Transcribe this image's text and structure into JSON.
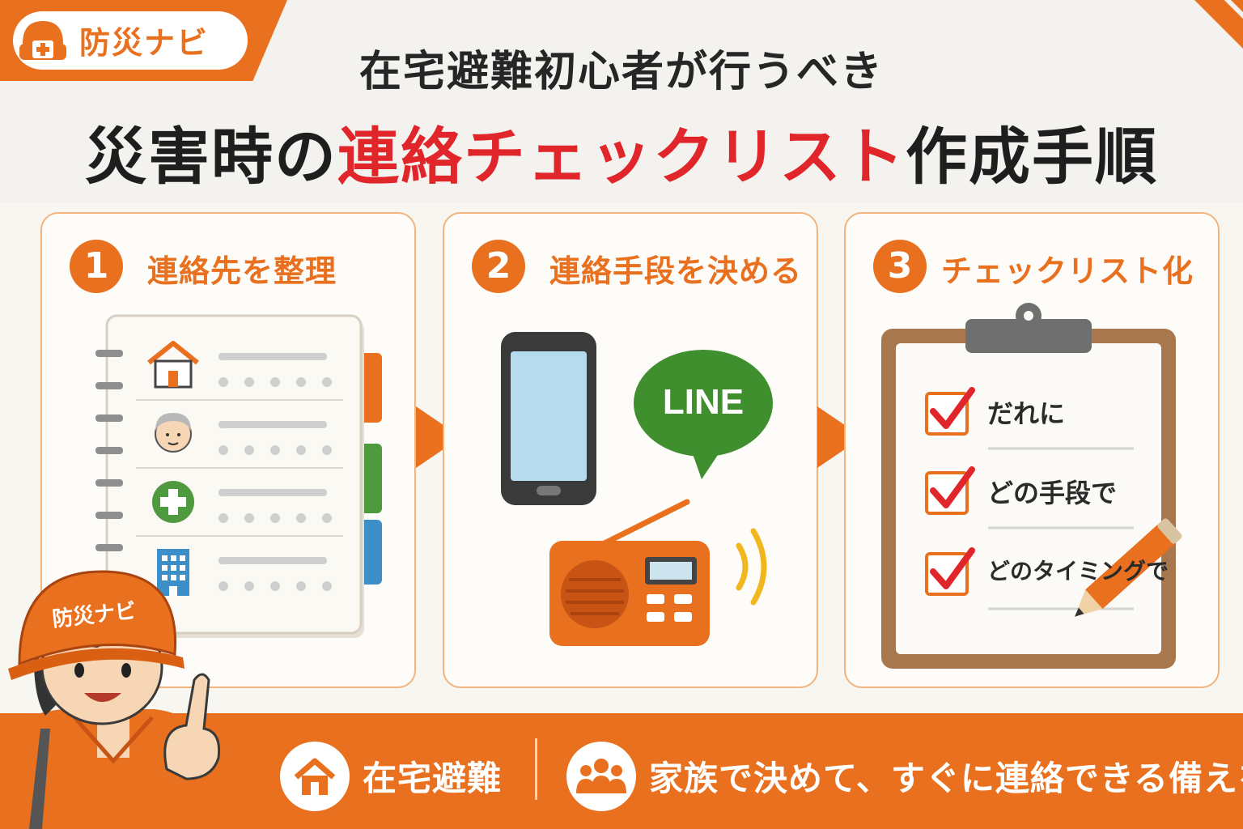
{
  "brand": {
    "name": "防災ナビ",
    "logo_icon": "helmet-medical-icon"
  },
  "title": {
    "line1": "在宅避難初心者が行うべき",
    "line2_prefix": "災害時の",
    "line2_highlight": "連絡チェックリスト",
    "line2_suffix": "作成手順"
  },
  "steps": [
    {
      "number": "1",
      "title": "連絡先を整理",
      "icons": [
        "house-icon",
        "elderly-person-icon",
        "medical-cross-icon",
        "office-building-icon"
      ]
    },
    {
      "number": "2",
      "title": "連絡手段を決める",
      "line_label": "LINE",
      "icons": [
        "smartphone-icon",
        "line-chat-icon",
        "radio-icon"
      ]
    },
    {
      "number": "3",
      "title": "チェックリスト化",
      "checklist": [
        "だれに",
        "どの手段で",
        "どのタイミングで"
      ]
    }
  ],
  "mascot": {
    "helmet_text": "防災ナビ"
  },
  "footer": {
    "label_left": "在宅避難",
    "label_right": "家族で決めて、すぐに連絡できる備えを",
    "icons": [
      "house-icon",
      "family-icon"
    ]
  },
  "colors": {
    "accent": "#e8701e",
    "highlight": "#e0262a",
    "text": "#262626"
  }
}
